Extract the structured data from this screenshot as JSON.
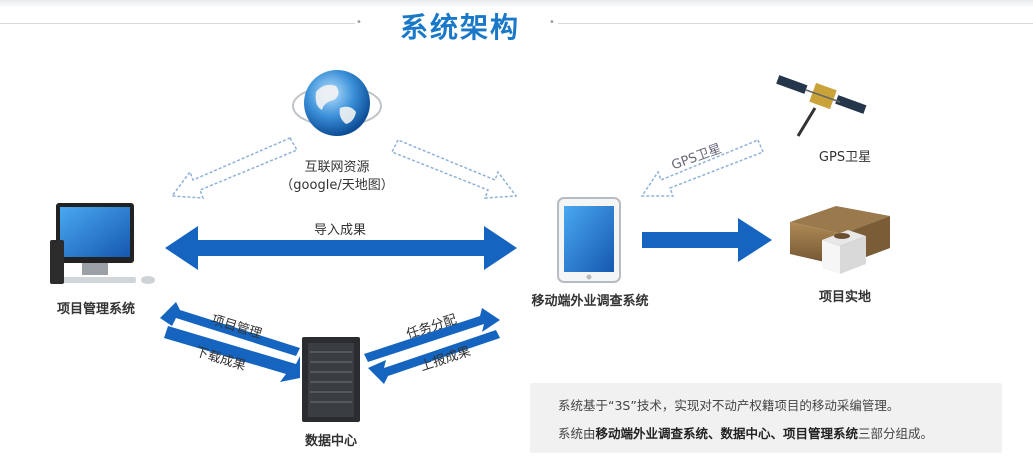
{
  "title": "系统架构",
  "nodes": {
    "internet_line1": "互联网资源",
    "internet_line2": "（google/天地图）",
    "pms": "项目管理系统",
    "mobile": "移动端外业调查系统",
    "gps": "GPS卫星",
    "site": "项目实地",
    "datacenter": "数据中心"
  },
  "arrows": {
    "import_results": "导入成果",
    "gps_signal": "GPS卫星",
    "project_mgmt": "项目管理",
    "download_results": "下载成果",
    "task_assign": "任务分配",
    "upload_results": "上报成果"
  },
  "note": {
    "line1": "系统基于“3S”技术，实现对不动产权籍项目的移动采编管理。",
    "line2_prefix": "系统由",
    "line2_bold": "移动端外业调查系统、数据中心、项目管理系统",
    "line2_suffix": "三部分组成。"
  },
  "colors": {
    "accent": "#1a78c8",
    "arrow": "#1565c0",
    "outline_arrow": "#8fb2d8"
  }
}
